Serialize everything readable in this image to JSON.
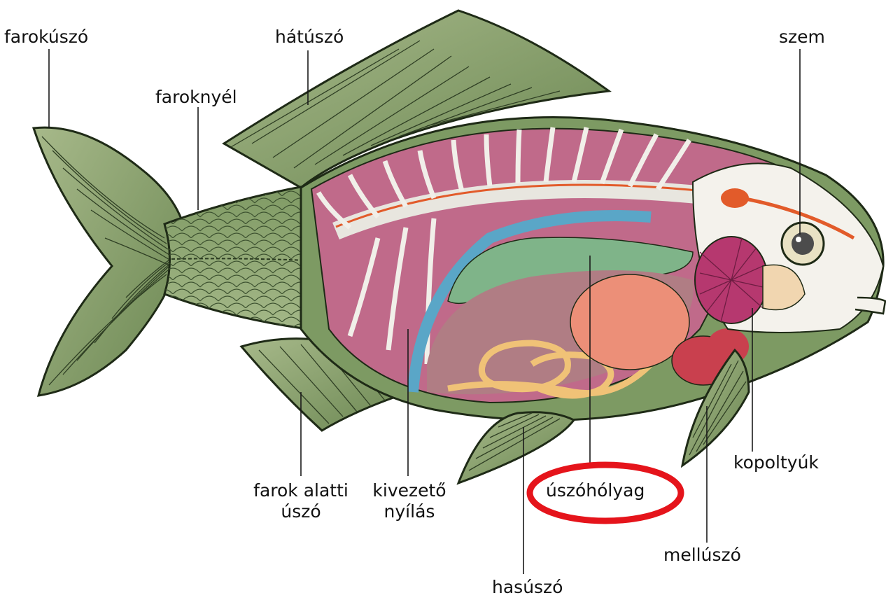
{
  "labels": {
    "farokuszo": "farokúszó",
    "hatuszo": "hátúszó",
    "szem": "szem",
    "faroknyel": "faroknyél",
    "kopoltyuk": "kopoltyúk",
    "farok_alatti_1": "farok alatti",
    "farok_alatti_2": "úszó",
    "kivezeto_1": "kivezető",
    "kivezeto_2": "nyílás",
    "uszoholyag": "úszóhólyag",
    "melluszo": "mellúszó",
    "hasuszo": "hasúszó"
  },
  "highlight": {
    "target": "úszóhólyag",
    "color": "#e5141b"
  }
}
